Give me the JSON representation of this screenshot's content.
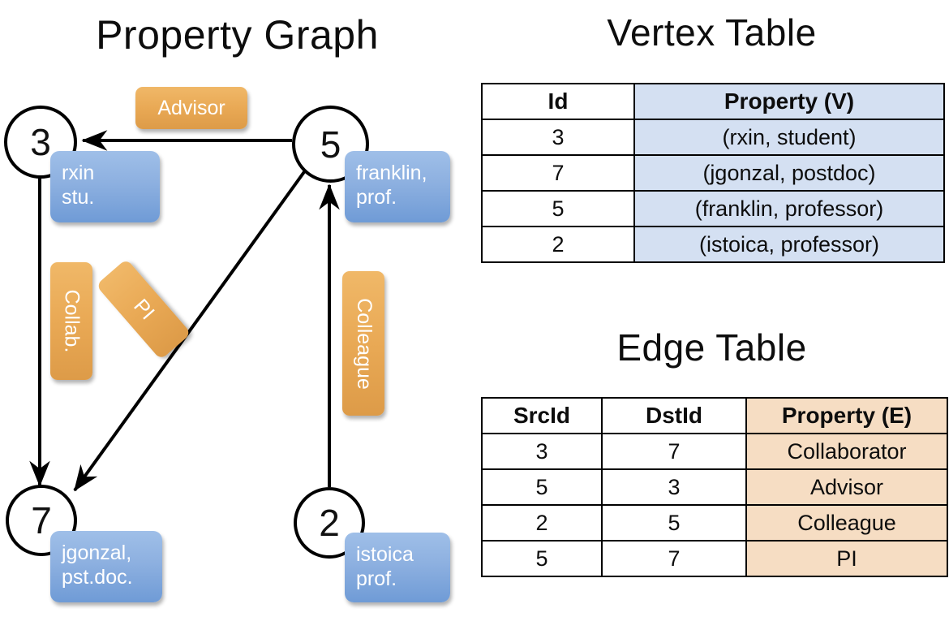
{
  "titles": {
    "property_graph": "Property Graph",
    "vertex_table": "Vertex Table",
    "edge_table": "Edge Table"
  },
  "colors": {
    "vertex_property_fill": "#d4e0f2",
    "edge_property_fill": "#f6ddc3",
    "vertex_box_fill": "#8db0e0",
    "edge_label_fill": "#e9a955",
    "node_stroke": "#000000",
    "text": "#0d0d0d"
  },
  "graph": {
    "nodes": [
      {
        "id": "3",
        "property_line1": "rxin",
        "property_line2": "stu."
      },
      {
        "id": "5",
        "property_line1": "franklin,",
        "property_line2": "prof."
      },
      {
        "id": "7",
        "property_line1": "jgonzal,",
        "property_line2": "pst.doc."
      },
      {
        "id": "2",
        "property_line1": "istoica",
        "property_line2": "prof."
      }
    ],
    "edge_labels": [
      {
        "text": "Advisor",
        "orientation": "horizontal"
      },
      {
        "text": "Collab.",
        "orientation": "vertical"
      },
      {
        "text": "PI",
        "orientation": "vertical-tilted"
      },
      {
        "text": "Colleague",
        "orientation": "vertical"
      }
    ],
    "edges": [
      {
        "src": "5",
        "dst": "3",
        "label": "Advisor"
      },
      {
        "src": "3",
        "dst": "7",
        "label": "Collab."
      },
      {
        "src": "5",
        "dst": "7",
        "label": "PI"
      },
      {
        "src": "2",
        "dst": "5",
        "label": "Colleague"
      }
    ]
  },
  "vertex_table": {
    "headers": [
      "Id",
      "Property (V)"
    ],
    "rows": [
      {
        "id": "3",
        "property": "(rxin, student)"
      },
      {
        "id": "7",
        "property": "(jgonzal, postdoc)"
      },
      {
        "id": "5",
        "property": "(franklin, professor)"
      },
      {
        "id": "2",
        "property": "(istoica, professor)"
      }
    ]
  },
  "edge_table": {
    "headers": [
      "SrcId",
      "DstId",
      "Property (E)"
    ],
    "rows": [
      {
        "src": "3",
        "dst": "7",
        "property": "Collaborator"
      },
      {
        "src": "5",
        "dst": "3",
        "property": "Advisor"
      },
      {
        "src": "2",
        "dst": "5",
        "property": "Colleague"
      },
      {
        "src": "5",
        "dst": "7",
        "property": "PI"
      }
    ]
  }
}
